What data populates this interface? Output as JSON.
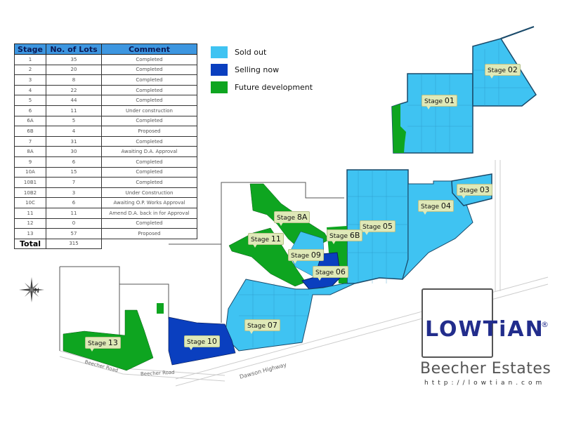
{
  "table": {
    "headers": [
      "Stage",
      "No. of Lots",
      "Comment"
    ],
    "rows": [
      {
        "stage": "1",
        "lots": "35",
        "comment": "Completed"
      },
      {
        "stage": "2",
        "lots": "20",
        "comment": "Completed"
      },
      {
        "stage": "3",
        "lots": "8",
        "comment": "Completed"
      },
      {
        "stage": "4",
        "lots": "22",
        "comment": "Completed"
      },
      {
        "stage": "5",
        "lots": "44",
        "comment": "Completed"
      },
      {
        "stage": "6",
        "lots": "11",
        "comment": "Under construction"
      },
      {
        "stage": "6A",
        "lots": "5",
        "comment": "Completed"
      },
      {
        "stage": "6B",
        "lots": "4",
        "comment": "Proposed"
      },
      {
        "stage": "7",
        "lots": "31",
        "comment": "Completed"
      },
      {
        "stage": "8A",
        "lots": "30",
        "comment": "Awaiting D.A. Approval"
      },
      {
        "stage": "9",
        "lots": "6",
        "comment": "Completed"
      },
      {
        "stage": "10A",
        "lots": "15",
        "comment": "Completed"
      },
      {
        "stage": "10B1",
        "lots": "7",
        "comment": "Completed"
      },
      {
        "stage": "10B2",
        "lots": "3",
        "comment": "Under Construction"
      },
      {
        "stage": "10C",
        "lots": "6",
        "comment": "Awaiting O.P. Works Approval"
      },
      {
        "stage": "11",
        "lots": "11",
        "comment": "Amend D.A. back in for Approval"
      },
      {
        "stage": "12",
        "lots": "0",
        "comment": "Completed"
      },
      {
        "stage": "13",
        "lots": "57",
        "comment": "Proposed"
      }
    ],
    "total_label": "Total",
    "total_value": "315"
  },
  "legend": {
    "items": [
      {
        "label": "Sold out",
        "color": "#3fc3f2"
      },
      {
        "label": "Selling now",
        "color": "#0a3fbf"
      },
      {
        "label": "Future development",
        "color": "#0ea520"
      }
    ]
  },
  "stages": {
    "s01": {
      "prefix": "Stage ",
      "num": "01"
    },
    "s02": {
      "prefix": "Stage ",
      "num": "02"
    },
    "s03": {
      "prefix": "Stage ",
      "num": "03"
    },
    "s04": {
      "prefix": "Stage ",
      "num": "04"
    },
    "s05": {
      "prefix": "Stage ",
      "num": "05"
    },
    "s06": {
      "prefix": "Stage ",
      "num": "06"
    },
    "s6b": {
      "prefix": "Stage ",
      "num": "6B"
    },
    "s07": {
      "prefix": "Stage ",
      "num": "07"
    },
    "s8a": {
      "prefix": "Stage ",
      "num": "8A"
    },
    "s09": {
      "prefix": "Stage ",
      "num": "09"
    },
    "s10": {
      "prefix": "Stage ",
      "num": "10"
    },
    "s11": {
      "prefix": "Stage ",
      "num": "11"
    },
    "s13": {
      "prefix": "Stage ",
      "num": "13"
    }
  },
  "roads": {
    "highway": "Dawson Highway",
    "road_left": "Beecher Road",
    "road_left2": "Beecher Road"
  },
  "brand": {
    "logo": "LOWTiAN",
    "reg": "®",
    "estate_name": "Beecher Estates",
    "url": "http://lowtian.com"
  },
  "colors": {
    "sold_out": "#3fc3f2",
    "selling_now": "#0a3fbf",
    "future": "#0ea520"
  }
}
